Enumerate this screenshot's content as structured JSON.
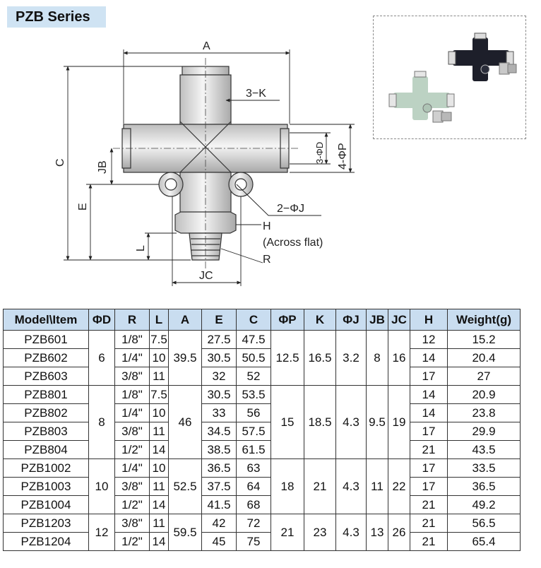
{
  "title": "PZB Series",
  "drawing_labels": {
    "A": "A",
    "K": "3−K",
    "D": "3-ΦD",
    "P": "4-ΦP",
    "C": "C",
    "JB": "JB",
    "E": "E",
    "J": "2−ΦJ",
    "H": "H",
    "across": "(Across flat)",
    "L": "L",
    "R": "R",
    "JC": "JC"
  },
  "table": {
    "headers": [
      "Model\\Item",
      "ΦD",
      "R",
      "L",
      "A",
      "E",
      "C",
      "ΦP",
      "K",
      "ΦJ",
      "JB",
      "JC",
      "H",
      "Weight(g)"
    ],
    "groups": [
      {
        "D": "6",
        "A": "39.5",
        "P": "12.5",
        "K": "16.5",
        "J": "3.2",
        "JB": "8",
        "JC": "16",
        "rows": [
          {
            "model": "PZB601",
            "R": "1/8\"",
            "L": "7.5",
            "E": "27.5",
            "C": "47.5",
            "H": "12",
            "W": "15.2"
          },
          {
            "model": "PZB602",
            "R": "1/4\"",
            "L": "10",
            "E": "30.5",
            "C": "50.5",
            "H": "14",
            "W": "20.4"
          },
          {
            "model": "PZB603",
            "R": "3/8\"",
            "L": "11",
            "E": "32",
            "C": "52",
            "H": "17",
            "W": "27"
          }
        ]
      },
      {
        "D": "8",
        "A": "46",
        "P": "15",
        "K": "18.5",
        "J": "4.3",
        "JB": "9.5",
        "JC": "19",
        "rows": [
          {
            "model": "PZB801",
            "R": "1/8\"",
            "L": "7.5",
            "E": "30.5",
            "C": "53.5",
            "H": "14",
            "W": "20.9"
          },
          {
            "model": "PZB802",
            "R": "1/4\"",
            "L": "10",
            "E": "33",
            "C": "56",
            "H": "14",
            "W": "23.8"
          },
          {
            "model": "PZB803",
            "R": "3/8\"",
            "L": "11",
            "E": "34.5",
            "C": "57.5",
            "H": "17",
            "W": "29.9"
          },
          {
            "model": "PZB804",
            "R": "1/2\"",
            "L": "14",
            "E": "38.5",
            "C": "61.5",
            "H": "21",
            "W": "43.5"
          }
        ]
      },
      {
        "D": "10",
        "A": "52.5",
        "P": "18",
        "K": "21",
        "J": "4.3",
        "JB": "11",
        "JC": "22",
        "rows": [
          {
            "model": "PZB1002",
            "R": "1/4\"",
            "L": "10",
            "E": "36.5",
            "C": "63",
            "H": "17",
            "W": "33.5"
          },
          {
            "model": "PZB1003",
            "R": "3/8\"",
            "L": "11",
            "E": "37.5",
            "C": "64",
            "H": "17",
            "W": "36.5"
          },
          {
            "model": "PZB1004",
            "R": "1/2\"",
            "L": "14",
            "E": "41.5",
            "C": "68",
            "H": "21",
            "W": "49.2"
          }
        ]
      },
      {
        "D": "12",
        "A": "59.5",
        "P": "21",
        "K": "23",
        "J": "4.3",
        "JB": "13",
        "JC": "26",
        "rows": [
          {
            "model": "PZB1203",
            "R": "3/8\"",
            "L": "11",
            "E": "42",
            "C": "72",
            "H": "21",
            "W": "56.5"
          },
          {
            "model": "PZB1204",
            "R": "1/2\"",
            "L": "14",
            "E": "45",
            "C": "75",
            "H": "21",
            "W": "65.4"
          }
        ]
      }
    ]
  }
}
